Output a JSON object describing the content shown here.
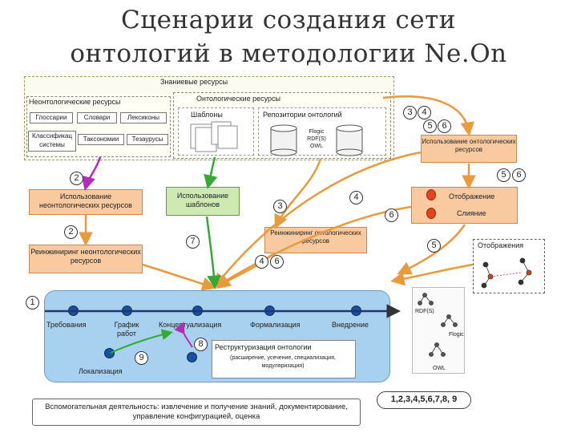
{
  "title": {
    "line1": "Сценарии создания сети",
    "line2": "онтологий в методологии Ne.On"
  },
  "knowledge_resources": {
    "label": "Знаниевые ресурсы",
    "non_ontological": {
      "label": "Неонтологические ресурсы",
      "items": [
        "Глоссарии",
        "Словари",
        "Лексиконы",
        "Классификац системы",
        "Таксономии",
        "Тезаурусы"
      ]
    },
    "ontological": {
      "label": "Онтологические ресурсы",
      "patterns": "Шаблоны",
      "repositories": "Репозитории онтологий",
      "formats": "Flogic RDF(S) OWL"
    }
  },
  "process_boxes": {
    "use_non_ontological": "Использование неонтологических ресурсов",
    "reengineering_non_ontological": "Реинжиниринг неонтологических ресурсов",
    "use_patterns": "Использование шаблонов",
    "reengineering_ontological": "Реинжиниринг онтологических ресурсов",
    "use_ontological": "Использование онтологических ресурсов",
    "mapping": "Отображение",
    "merging": "Слияние",
    "alignments": "Отображения"
  },
  "badges": {
    "b3": "3",
    "b4": "4",
    "b5": "5",
    "b6": "6",
    "b2": "2",
    "b7": "7",
    "b1": "1",
    "b8": "8",
    "b9": "9"
  },
  "timeline": {
    "stages": [
      "Требования",
      "График работ",
      "Концептуализация",
      "Формализация",
      "Внедрение"
    ],
    "restructuring": "Реструктуризация онтологии",
    "restructuring_detail": "(расширение, усечение, специализация, модуляризация)",
    "localization": "Локализация"
  },
  "formats_side": {
    "rdf": "RDF(S)",
    "flogic": "Flogic",
    "owl": "OWL"
  },
  "support": {
    "text": "Вспомогательная деятельность: извлечение и получение знаний, документирование, управление конфигурацией, оценка",
    "scenarios": "1,2,3,4,5,6,7,8, 9"
  }
}
